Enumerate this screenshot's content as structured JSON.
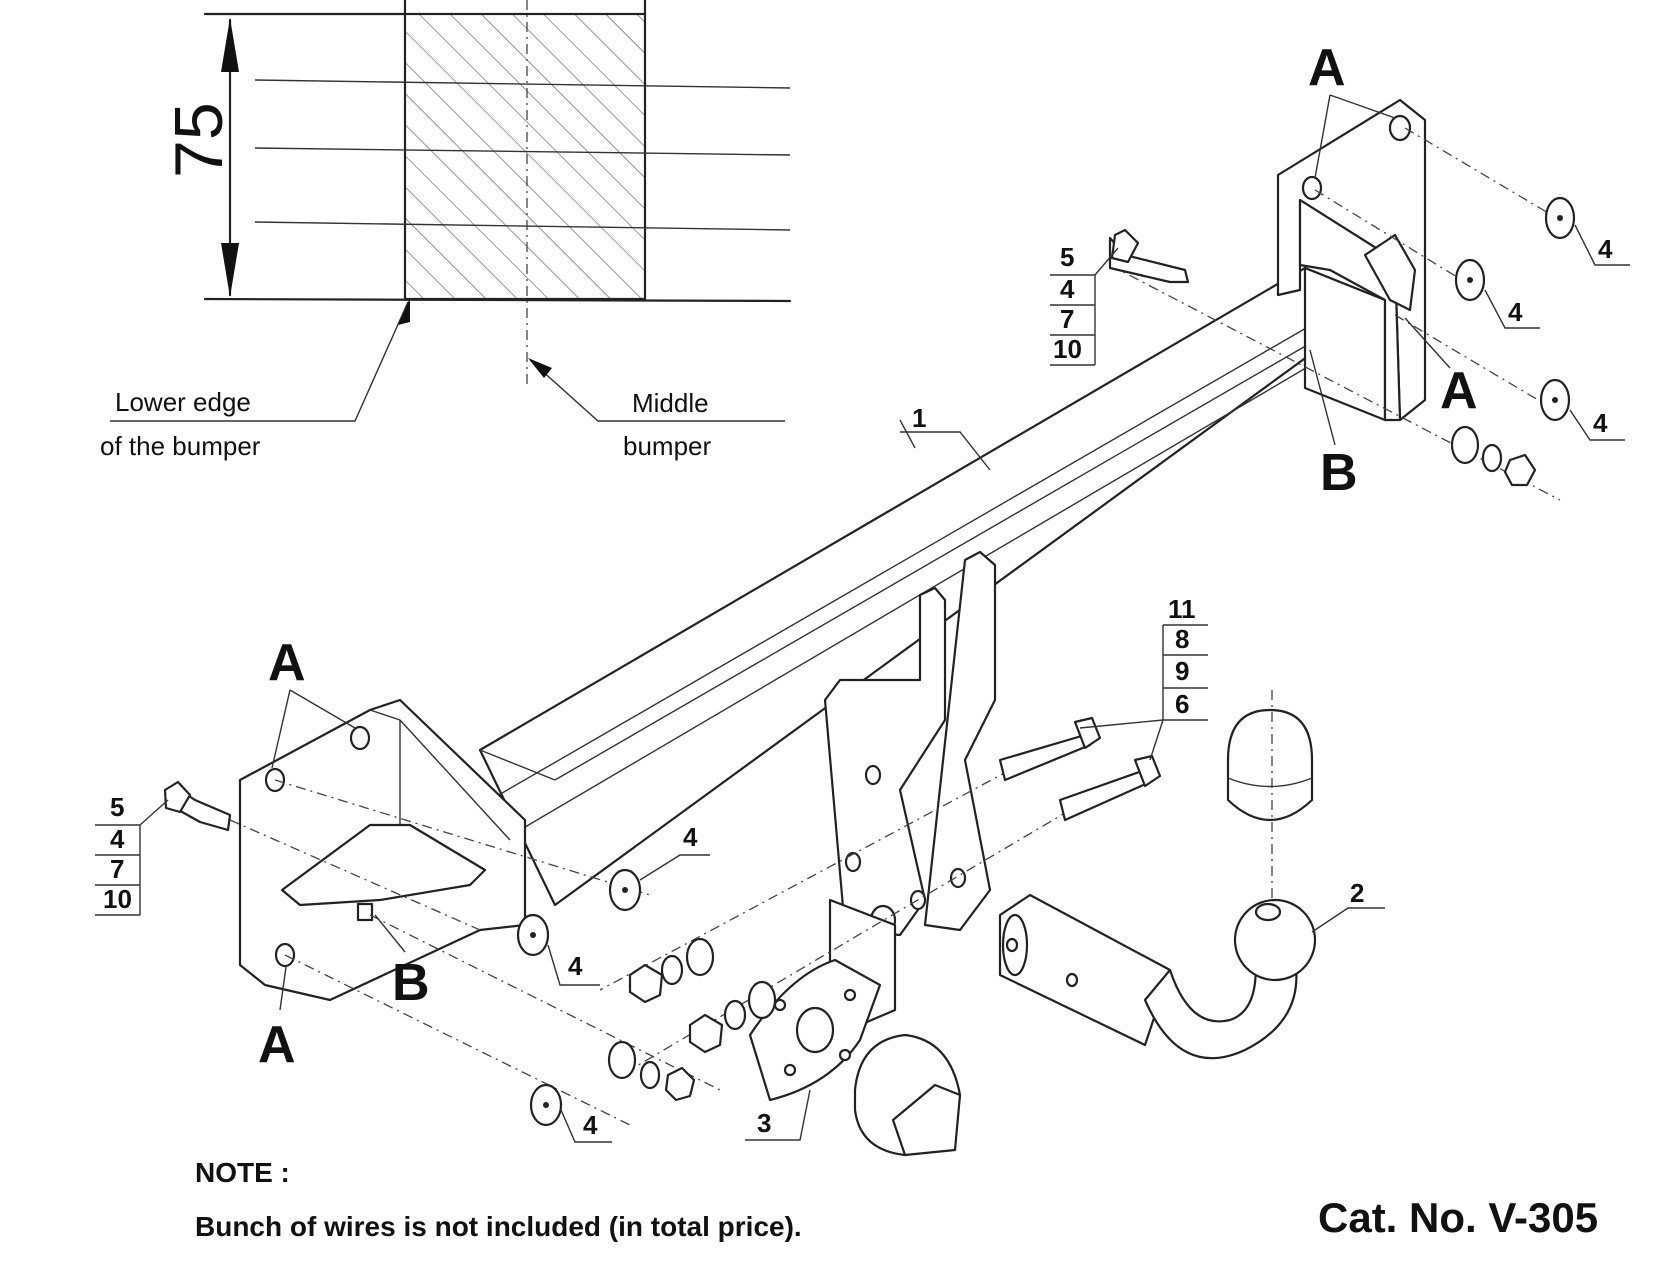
{
  "dimension": {
    "value": "75"
  },
  "labels": {
    "lower_edge_line1": "Lower edge",
    "lower_edge_line2": "of the bumper",
    "middle_line1": "Middle",
    "middle_line2": "bumper"
  },
  "markers": {
    "a": "A",
    "b": "B"
  },
  "parts": {
    "tube": "1",
    "ball": "2",
    "socket_plate": "3",
    "washer": "4"
  },
  "bolt_stacks": {
    "upper_right": [
      "5",
      "4",
      "7",
      "10"
    ],
    "left": [
      "5",
      "4",
      "7",
      "10"
    ],
    "center": [
      "11",
      "8",
      "9",
      "6"
    ]
  },
  "note": {
    "title": "NOTE :",
    "text": "Bunch of wires is not included (in total price)."
  },
  "catalog": "Cat. No. V-305"
}
